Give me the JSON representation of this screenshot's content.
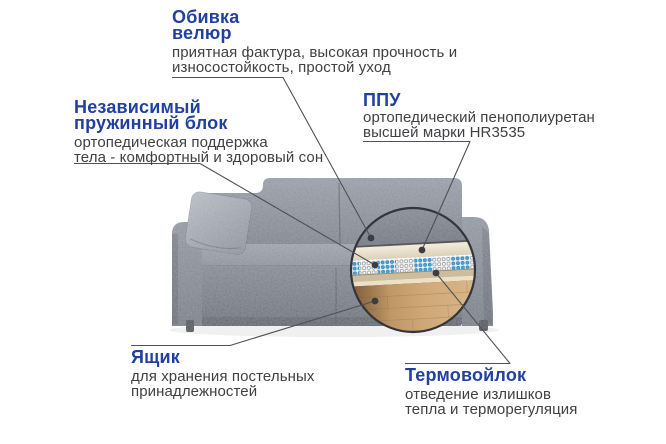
{
  "callouts": {
    "upholstery": {
      "title": "Обивка\nвелюр",
      "description": "приятная фактура, высокая прочность и\nизносостойкость, простой уход"
    },
    "spring_block": {
      "title": "Независимый\nпружинный блок",
      "description": "ортопедическая поддержка\nтела - комфортный и здоровый сон"
    },
    "ppu": {
      "title": "ППУ",
      "description": "ортопедический пенополиуретан\nвысшей марки HR3535"
    },
    "drawer": {
      "title": "Ящик",
      "description": "для хранения постельных\nпринадлежностей"
    },
    "thermofelt": {
      "title": "Термовойлок",
      "description": "отведение излишков\nтепла и терморегуляция"
    }
  },
  "colors": {
    "accent_blue": "#21409f",
    "body_text": "#3f4043",
    "leader_line": "#505257",
    "callout_dot": "#3b3d42",
    "sofa_gray": "#868c96",
    "foam_cream": "#efe8d6",
    "spring_blue": "#48a8e0",
    "thermofelt_tan": "#cdbd9c",
    "wood": "#c79e6e"
  }
}
